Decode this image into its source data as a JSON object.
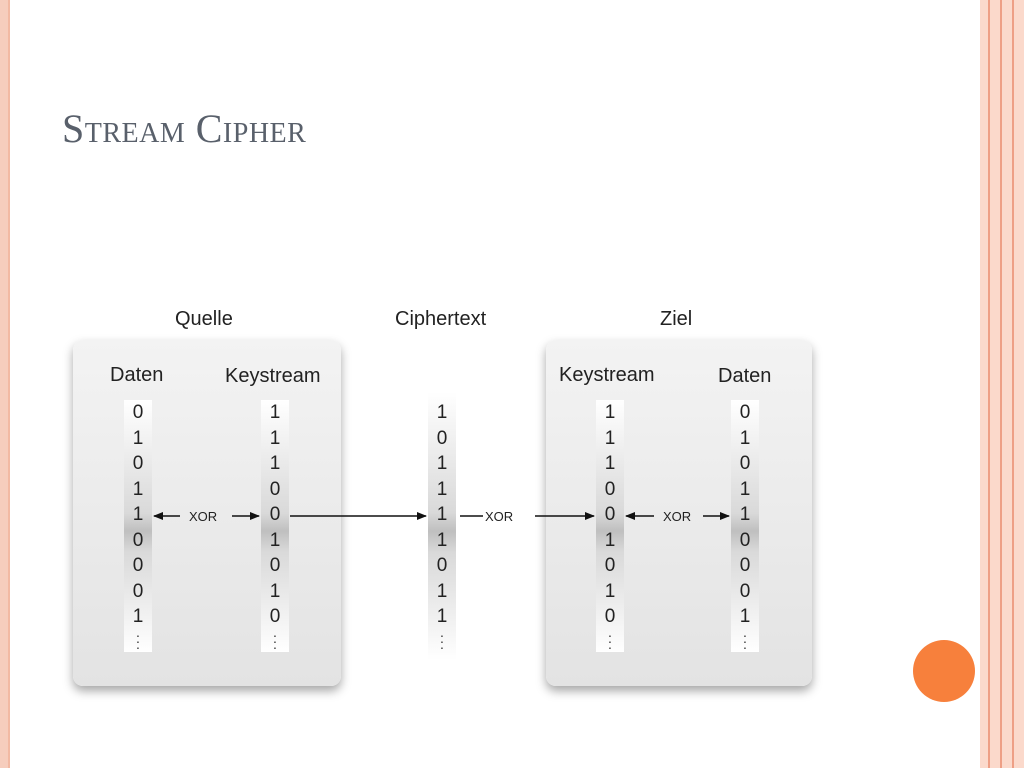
{
  "slide": {
    "title": "Stream Cipher",
    "accent_color": "#f7803c",
    "frame_color": "#f6cdbd"
  },
  "diagram": {
    "sections": {
      "source": "Quelle",
      "ciphertext": "Ciphertext",
      "destination": "Ziel"
    },
    "source_panel": {
      "data_label": "Daten",
      "keystream_label": "Keystream",
      "operation": "XOR",
      "data_bits": [
        "0",
        "1",
        "0",
        "1",
        "1",
        "0",
        "0",
        "0",
        "1"
      ],
      "keystream_bits": [
        "1",
        "1",
        "1",
        "0",
        "0",
        "1",
        "0",
        "1",
        "0"
      ]
    },
    "ciphertext_bits": [
      "1",
      "0",
      "1",
      "1",
      "1",
      "1",
      "0",
      "1",
      "1"
    ],
    "ciphertext_operation": "XOR",
    "destination_panel": {
      "keystream_label": "Keystream",
      "data_label": "Daten",
      "operation": "XOR",
      "keystream_bits": [
        "1",
        "1",
        "1",
        "0",
        "0",
        "1",
        "0",
        "1",
        "0"
      ],
      "data_bits": [
        "0",
        "1",
        "0",
        "1",
        "1",
        "0",
        "0",
        "0",
        "1"
      ]
    }
  }
}
